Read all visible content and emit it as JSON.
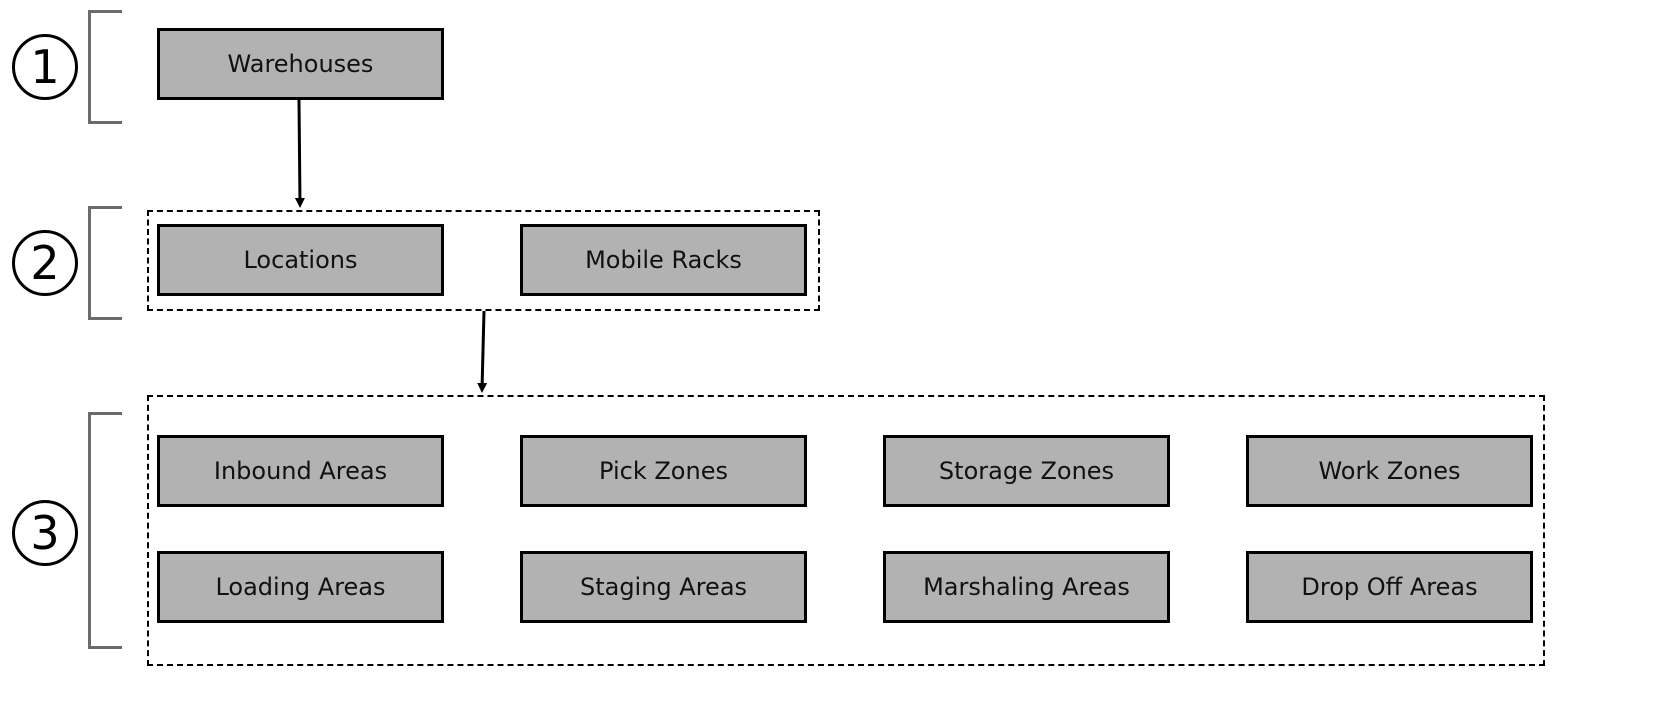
{
  "colors": {
    "node_fill": "#b1b2b1",
    "node_border": "#000000",
    "bracket": "#6b6b6b",
    "background": "#ffffff"
  },
  "levels": [
    {
      "number": "1"
    },
    {
      "number": "2"
    },
    {
      "number": "3"
    }
  ],
  "level1": {
    "nodes": [
      "Warehouses"
    ]
  },
  "level2": {
    "nodes": [
      "Locations",
      "Mobile Racks"
    ]
  },
  "level3": {
    "row1": [
      "Inbound Areas",
      "Pick Zones",
      "Storage Zones",
      "Work Zones"
    ],
    "row2": [
      "Loading Areas",
      "Staging Areas",
      "Marshaling Areas",
      "Drop Off Areas"
    ]
  }
}
